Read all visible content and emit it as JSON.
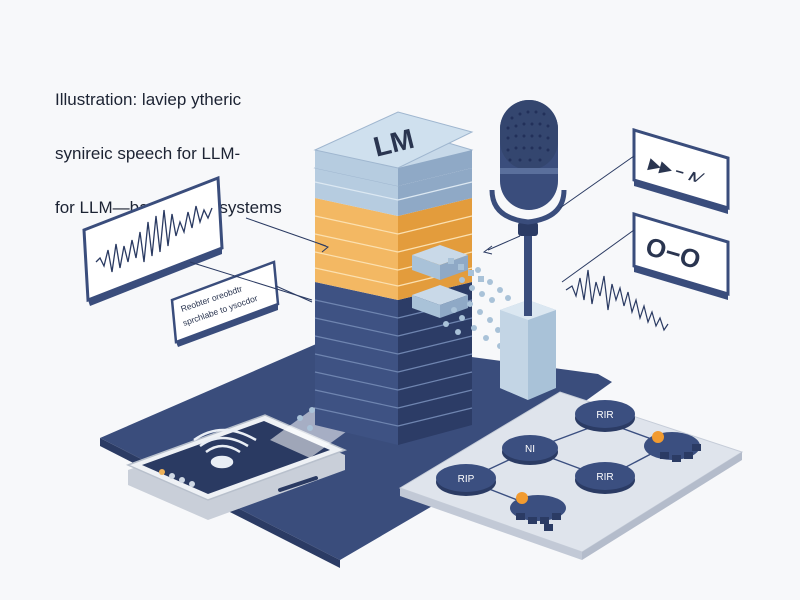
{
  "title_lines": [
    "Illustration: laviep ytheric",
    "synireic speech for LLM-",
    "for LLM—based ASR systems"
  ],
  "llm_block": {
    "label": "LM"
  },
  "text_card": {
    "line1": "Reobter oreobdtr",
    "line2": "sprchlabe to ysocdor"
  },
  "media_card_top": {
    "symbol": "▶▶ − ∧∕"
  },
  "media_card_bottom": {
    "symbol": "O−O"
  },
  "nodes": [
    {
      "label": "RIR"
    },
    {
      "label": "NI"
    },
    {
      "label": "RIP"
    },
    {
      "label": "RIR"
    }
  ],
  "colors": {
    "navy": "#3a4d7c",
    "dark_navy": "#26355e",
    "orange": "#f0b35a",
    "light_blue": "#a9c2d8",
    "node": "#3b4f80",
    "accent_orange": "#f29b30"
  },
  "icons": [
    "microphone-icon",
    "waveform-icon",
    "wifi-signal-icon",
    "speaker-icon"
  ]
}
